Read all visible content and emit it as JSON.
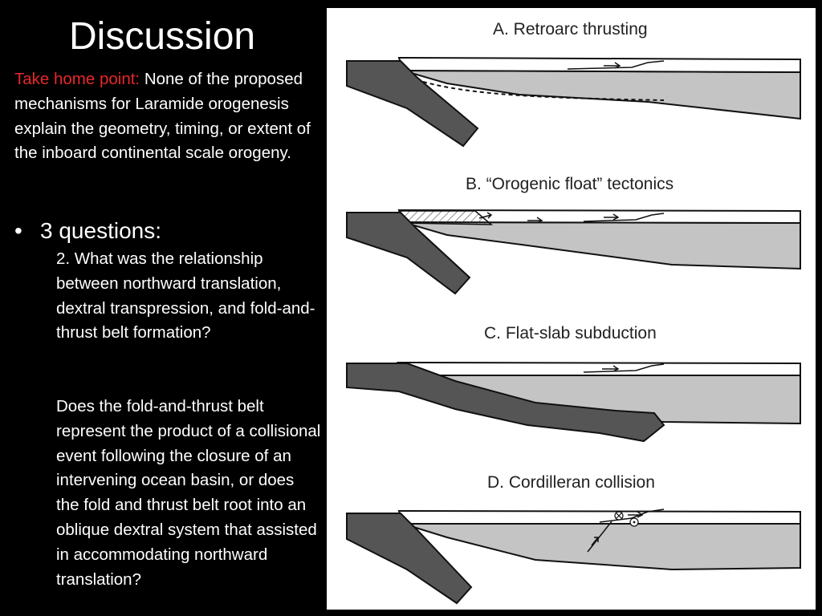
{
  "slide": {
    "title": "Discussion",
    "take_home_label": "Take home point:",
    "take_home_text": " None of the proposed mechanisms for Laramide orogenesis explain the geometry, timing, or extent of the inboard continental scale orogeny.",
    "bullet_symbol": "•",
    "bullet_heading": "3 questions:",
    "question_2": "2. What was the relationship between northward translation, dextral transpression, and fold-and-thrust belt formation?",
    "question_followup": "Does the fold-and-thrust belt represent the product of a collisional event following the closure of an intervening ocean basin, or does the fold and thrust belt root into an oblique dextral system that assisted in accommodating northward translation?"
  },
  "figure": {
    "panels": [
      {
        "label": "A. Retroarc thrusting"
      },
      {
        "label": "B. “Orogenic float” tectonics"
      },
      {
        "label": "C. Flat-slab subduction"
      },
      {
        "label": "D. Cordilleran collision"
      }
    ],
    "colors": {
      "slab": "#555555",
      "lithosphere": "#c4c4c4",
      "crust": "#ffffff",
      "outline": "#111111"
    }
  }
}
